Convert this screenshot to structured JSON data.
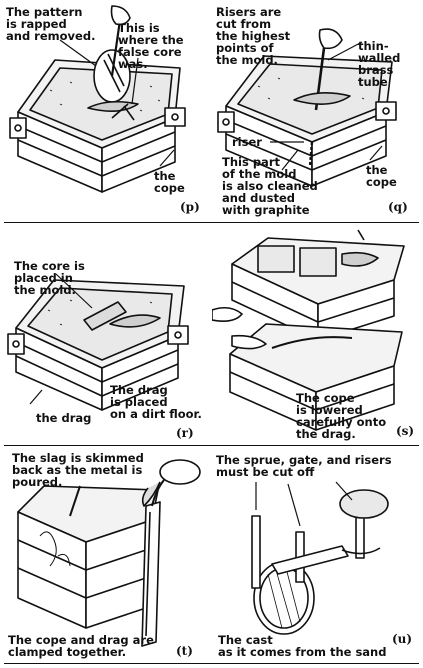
{
  "panels": {
    "p": {
      "letter": "(p)",
      "captions": [
        "The pattern\nis rapped\nand removed.",
        "This is\nwhere the\nfalse core\nwas.",
        "the\ncope"
      ]
    },
    "q": {
      "letter": "(q)",
      "captions": [
        "Risers are\ncut from\nthe highest\npoints of\nthe mold.",
        "thin-\nwalled\nbrass\ntube",
        "riser",
        "This part\nof the mold\nis also cleaned\nand dusted\nwith graphite",
        "the\ncope"
      ]
    },
    "r": {
      "letter": "(r)",
      "captions": [
        "The core is\nplaced in\nthe mold.",
        "The drag\nis placed\non a dirt floor.",
        "the drag"
      ]
    },
    "s": {
      "letter": "(s)",
      "captions": [
        "The cope\nis lowered\ncarefully onto\nthe drag."
      ]
    },
    "t": {
      "letter": "(t)",
      "captions": [
        "The slag is skimmed\nback as the metal is\npoured.",
        "The cope and drag are\nclamped together."
      ]
    },
    "u": {
      "letter": "(u)",
      "captions": [
        "The sprue, gate, and risers\nmust be cut off",
        "The cast\nas it comes from the sand"
      ]
    }
  }
}
